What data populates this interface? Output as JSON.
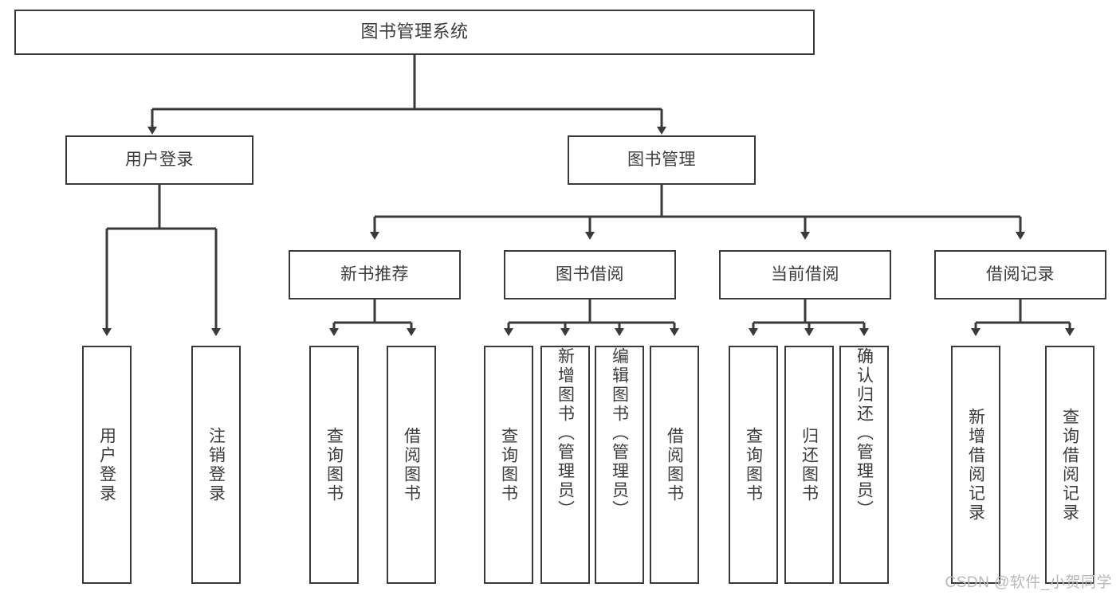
{
  "diagram": {
    "title": "图书管理系统",
    "type": "tree",
    "nodes": {
      "root": {
        "label": "图书管理系统"
      },
      "level2": [
        {
          "id": "user-login",
          "label": "用户登录"
        },
        {
          "id": "book-manage",
          "label": "图书管理"
        }
      ],
      "level3": [
        {
          "id": "new-book-recommend",
          "label": "新书推荐"
        },
        {
          "id": "book-borrow",
          "label": "图书借阅"
        },
        {
          "id": "current-borrow",
          "label": "当前借阅"
        },
        {
          "id": "borrow-record",
          "label": "借阅记录"
        }
      ],
      "leaves": [
        {
          "id": "leaf-user-login",
          "label": "用户登录",
          "align": "center"
        },
        {
          "id": "leaf-logout-login",
          "label": "注销登录",
          "align": "center"
        },
        {
          "id": "leaf-query-book-1",
          "label": "查询图书",
          "align": "center"
        },
        {
          "id": "leaf-borrow-book-1",
          "label": "借阅图书",
          "align": "center"
        },
        {
          "id": "leaf-query-book-2",
          "label": "查询图书",
          "align": "center"
        },
        {
          "id": "leaf-add-book-admin",
          "label": "新增图书（管理员）",
          "align": "top"
        },
        {
          "id": "leaf-edit-book-admin",
          "label": "编辑图书（管理员）",
          "align": "top"
        },
        {
          "id": "leaf-borrow-book-2",
          "label": "借阅图书",
          "align": "center"
        },
        {
          "id": "leaf-query-book-3",
          "label": "查询图书",
          "align": "center"
        },
        {
          "id": "leaf-return-book",
          "label": "归还图书",
          "align": "center"
        },
        {
          "id": "leaf-confirm-return-admin",
          "label": "确认归还（管理员）",
          "align": "top"
        },
        {
          "id": "leaf-add-borrow-record",
          "label": "新增借阅记录",
          "align": "center"
        },
        {
          "id": "leaf-query-borrow-record",
          "label": "查询借阅记录",
          "align": "center"
        }
      ]
    },
    "watermark": "CSDN @软件_小贺同学",
    "colors": {
      "stroke": "#3a3a3a",
      "text": "#3c3c3c",
      "background": "#ffffff",
      "watermark": "#b9b9b9"
    }
  }
}
